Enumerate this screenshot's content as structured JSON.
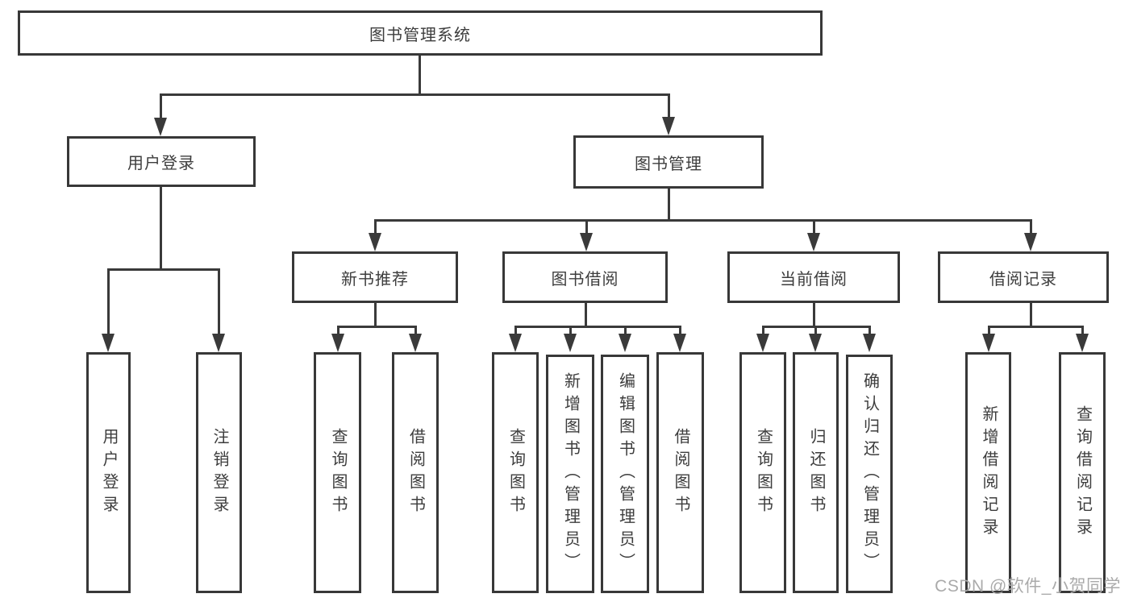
{
  "diagram": {
    "root": "图书管理系统",
    "user_login": {
      "label": "用户登录",
      "login": "用户登录",
      "logout": "注销登录"
    },
    "book_management": {
      "label": "图书管理",
      "new_book_recommend": {
        "label": "新书推荐",
        "query_books": "查询图书",
        "borrow_books": "借阅图书"
      },
      "book_borrowing": {
        "label": "图书借阅",
        "query_books": "查询图书",
        "add_books_admin": "新增图书（管理员）",
        "edit_books_admin": "编辑图书（管理员）",
        "borrow_books": "借阅图书"
      },
      "current_borrowing": {
        "label": "当前借阅",
        "query_books": "查询图书",
        "return_books": "归还图书",
        "confirm_return_admin": "确认归还（管理员）"
      },
      "borrowing_records": {
        "label": "借阅记录",
        "add_record": "新增借阅记录",
        "query_record": "查询借阅记录"
      }
    }
  },
  "watermark": "CSDN @软件_小贺同学",
  "colors": {
    "line": "#3a3a3a",
    "box_border": "#383838",
    "box_fill": "#ffffff",
    "text": "#3d3d3d",
    "watermark": "#aaaaaa",
    "background": "#ffffff"
  }
}
